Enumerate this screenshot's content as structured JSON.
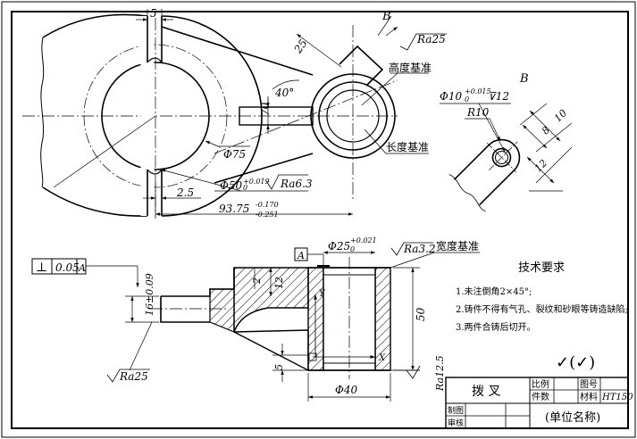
{
  "top_view": {
    "dim_5": "5",
    "dim_25": "25",
    "dim_40deg": "40°",
    "dim_70": "70",
    "dim_phi75": "Φ75",
    "dim_2_5": "2.5",
    "dim_phi50": "Φ50",
    "tol_phi50_upper": "+0.019",
    "tol_phi50_lower": "0",
    "rough_ra63": "Ra6.3",
    "dim_93_75": "93.75",
    "tol_93_75_upper": "-0.170",
    "tol_93_75_lower": "-0.251",
    "label_height_datum": "高度基准",
    "label_length_datum": "长度基准",
    "view_arrow_b": "B",
    "rough_ra25_top": "Ra25"
  },
  "view_b": {
    "title": "B",
    "hole_spec": "Φ10",
    "hole_tol_upper": "+0.015",
    "hole_tol_lower": "0",
    "hole_depth": "⊽12",
    "dim_r10": "R10",
    "dim_10": "10",
    "dim_8": "8",
    "dim_12": "12"
  },
  "section_view": {
    "perp_symbol": "⊥",
    "perp_tol": "0.05",
    "perp_datum": "A",
    "datum_a": "A",
    "dim_phi25": "Φ25",
    "tol_phi25_upper": "+0.021",
    "tol_phi25_lower": "0",
    "rough_ra32": "Ra3.2",
    "label_width_datum": "宽度基准",
    "dim_2": "2",
    "dim_12": "12",
    "dim_16": "16±0.09",
    "dim_50": "50",
    "dim_5": "5",
    "dim_phi40": "Φ40",
    "rough_ra125": "Ra12.5",
    "rough_ra25": "Ra25",
    "axis_y": "Y",
    "axis_x": "X"
  },
  "tech_req": {
    "title": "技术要求",
    "items": [
      "1.未注倒角2×45°;",
      "2.铸件不得有气孔、裂纹和砂眼等铸造缺陷;",
      "3.两件合铸后切开。"
    ],
    "general_roughness": "✓(✓)"
  },
  "title_block": {
    "part_name": "拨 叉",
    "scale_label": "比例",
    "drawing_no_label": "图号",
    "qty_label": "件数",
    "material_label": "材料",
    "material_value": "HT150",
    "drawn_label": "制图",
    "checked_label": "审核",
    "company": "(单位名称)"
  }
}
